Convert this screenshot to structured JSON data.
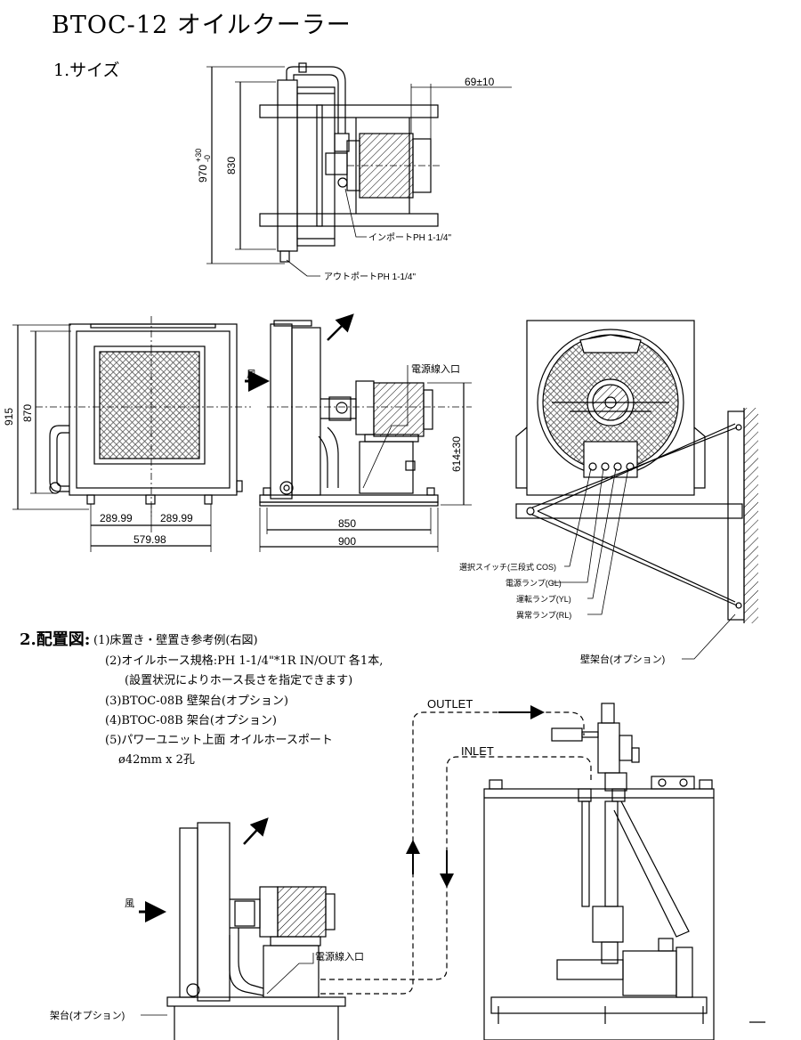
{
  "title": "BTOC-12 オイルクーラー",
  "section1": {
    "heading": "1.サイズ"
  },
  "top_view": {
    "dim_69": "69±10",
    "dim_830": "830",
    "dim_970": "970",
    "dim_970_tol_upper": "+30",
    "dim_970_tol_lower": "-0",
    "inlet_port": "インポートPH 1-1/4\"",
    "outlet_port": "アウトポートPH 1-1/4\""
  },
  "front_view": {
    "dim_915": "915",
    "dim_870": "870",
    "dim_289a": "289.99",
    "dim_289b": "289.99",
    "dim_579": "579.98"
  },
  "side_view": {
    "wind": "風",
    "power_inlet": "電源線入口",
    "dim_614": "614±30",
    "dim_850": "850",
    "dim_900": "900"
  },
  "rear_view": {
    "labels": [
      "選択スイッチ(三段式 COS)",
      "電源ランプ(GL)",
      "運転ランプ(YL)",
      "異常ランプ(RL)"
    ],
    "wall_bracket": "壁架台(オプション)"
  },
  "section2": {
    "heading": "2.配置図:",
    "notes": [
      "(1)床置き・壁置き参考例(右図)",
      "(2)オイルホース規格:PH 1-1/4\"*1R IN/OUT 各1本,",
      "(設置状況によりホース長さを指定できます)",
      "(3)BTOC-08B 壁架台(オプション)",
      "(4)BTOC-08B 架台(オプション)",
      "(5)パワーユニット上面 オイルホースポート",
      "ø42mm x 2孔"
    ]
  },
  "layout_view": {
    "outlet": "OUTLET",
    "inlet": "INLET",
    "wind": "風",
    "power_inlet": "電源線入口",
    "stand": "架台(オプション)"
  }
}
